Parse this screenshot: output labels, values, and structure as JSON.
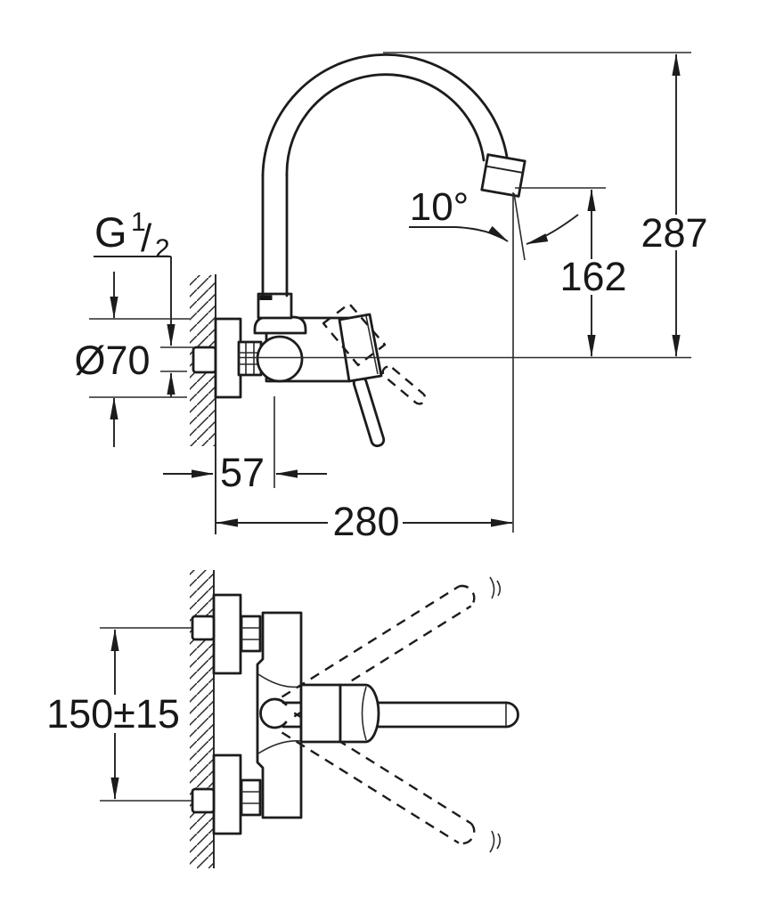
{
  "drawing": {
    "type": "technical-dimension-drawing",
    "subject": "wall-mounted single-lever sink mixer, front view and plan view",
    "colors": {
      "line": "#1c1c1c",
      "background": "#ffffff"
    },
    "dims": {
      "total_height": "287",
      "spout_outlet_height": "162",
      "spout_angle": "10°",
      "rosette_diameter": "Ø70",
      "wall_to_spout_axis": "57",
      "spout_reach": "280",
      "supply_center_distance": "150±15",
      "thread": {
        "letter": "G",
        "numerator": "1",
        "slash": "/",
        "denominator": "2"
      }
    }
  }
}
